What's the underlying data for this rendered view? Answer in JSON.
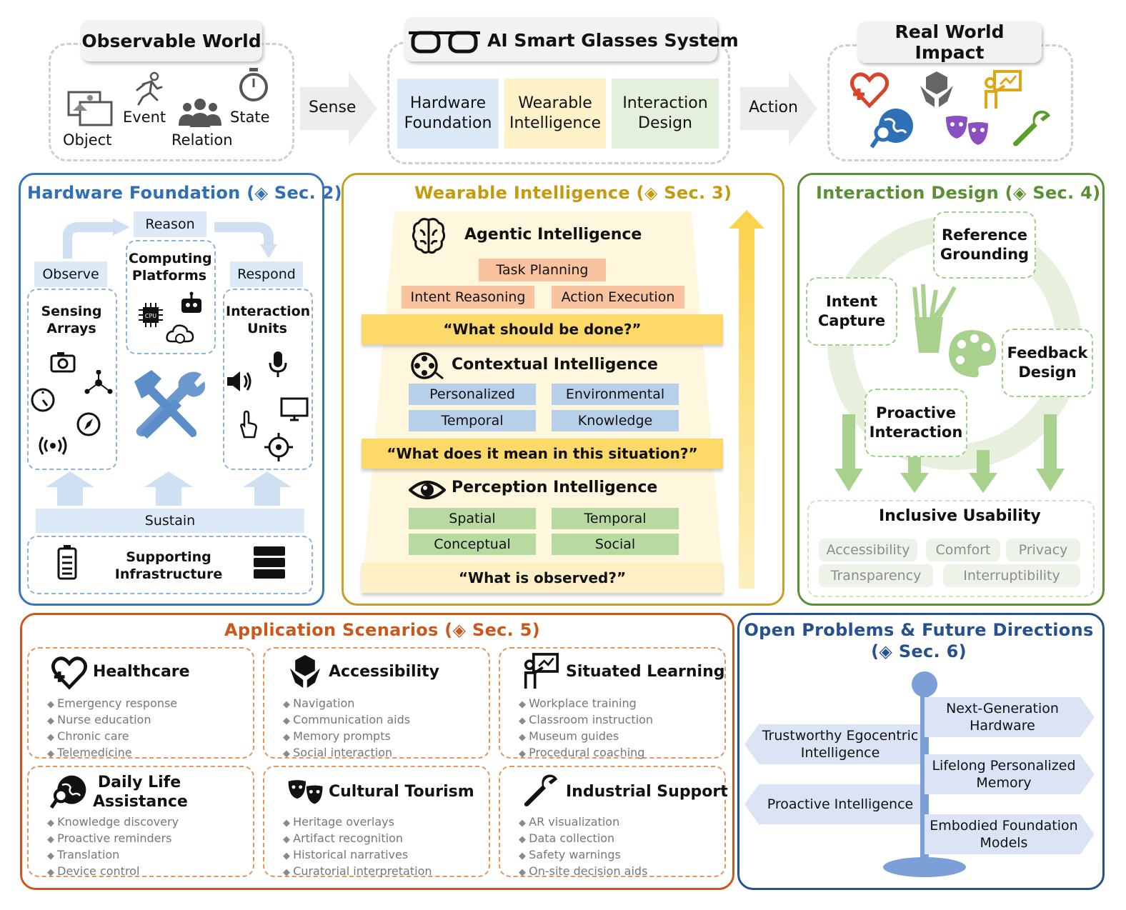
{
  "colors": {
    "blue": "#2e6fb5",
    "gold": "#c59a0f",
    "green": "#5a8f34",
    "orange": "#c9581a",
    "navy": "#27508f"
  },
  "top": {
    "observable": {
      "title": "Observable World",
      "items": [
        "Object",
        "Event",
        "Relation",
        "State"
      ]
    },
    "sense_label": "Sense",
    "system": {
      "title": "AI Smart Glasses System",
      "boxes": [
        "Hardware Foundation",
        "Wearable Intelligence",
        "Interaction Design"
      ]
    },
    "action_label": "Action",
    "impact": {
      "title": "Real World Impact",
      "icons": [
        "heart-plus-icon",
        "globe-search-icon",
        "hands-cube-icon",
        "theater-masks-icon",
        "teacher-board-icon",
        "wrench-icon"
      ]
    }
  },
  "hardware": {
    "title": "Hardware Foundation (◈ Sec. 2)",
    "reason": "Reason",
    "observe": "Observe",
    "respond": "Respond",
    "sensing": "Sensing Arrays",
    "computing": "Computing Platforms",
    "interaction": "Interaction Units",
    "sustain": "Sustain",
    "supporting": "Supporting Infrastructure"
  },
  "wearable": {
    "title": "Wearable Intelligence (◈ Sec. 3)",
    "agentic": {
      "title": "Agentic Intelligence",
      "tags": [
        "Task Planning",
        "Intent Reasoning",
        "Action Execution"
      ],
      "question": "“What should be done?”"
    },
    "contextual": {
      "title": "Contextual Intelligence",
      "tags": [
        "Personalized",
        "Environmental",
        "Temporal",
        "Knowledge"
      ],
      "question": "“What does it mean in this situation?”"
    },
    "perception": {
      "title": "Perception Intelligence",
      "tags": [
        "Spatial",
        "Temporal",
        "Conceptual",
        "Social"
      ],
      "question": "“What is observed?”"
    }
  },
  "interaction": {
    "title": "Interaction Design (◈ Sec. 4)",
    "nodes": [
      "Reference Grounding",
      "Intent Capture",
      "Feedback Design",
      "Proactive Interaction"
    ],
    "inclusive": {
      "title": "Inclusive Usability",
      "tags": [
        "Accessibility",
        "Comfort",
        "Privacy",
        "Transparency",
        "Interruptibility"
      ]
    }
  },
  "applications": {
    "title": "Application Scenarios (◈ Sec. 5)",
    "cards": [
      {
        "title": "Healthcare",
        "icon": "heart-plus-icon",
        "items": [
          "Emergency response",
          "Nurse education",
          "Chronic care",
          "Telemedicine"
        ]
      },
      {
        "title": "Accessibility",
        "icon": "hands-cube-icon",
        "items": [
          "Navigation",
          "Communication aids",
          "Memory prompts",
          "Social interaction"
        ]
      },
      {
        "title": "Situated Learning",
        "icon": "teacher-board-icon",
        "items": [
          "Workplace training",
          "Classroom instruction",
          "Museum guides",
          "Procedural coaching"
        ]
      },
      {
        "title": "Daily Life Assistance",
        "icon": "globe-search-icon",
        "items": [
          "Knowledge discovery",
          "Proactive reminders",
          "Translation",
          "Device control"
        ]
      },
      {
        "title": "Cultural Tourism",
        "icon": "theater-masks-icon",
        "items": [
          "Heritage overlays",
          "Artifact recognition",
          "Historical  narratives",
          "Curatorial interpretation"
        ]
      },
      {
        "title": "Industrial Support",
        "icon": "wrench-icon",
        "items": [
          "AR visualization",
          "Data collection",
          "Safety warnings",
          "On-site decision aids"
        ]
      }
    ]
  },
  "open": {
    "title_line1": "Open Problems & Future Directions",
    "title_line2": "(◈ Sec. 6)",
    "right": [
      "Next-Generation Hardware",
      "Lifelong Personalized Memory",
      "Embodied Foundation Models"
    ],
    "left": [
      "Trustworthy Egocentric Intelligence",
      "Proactive Intelligence"
    ]
  }
}
